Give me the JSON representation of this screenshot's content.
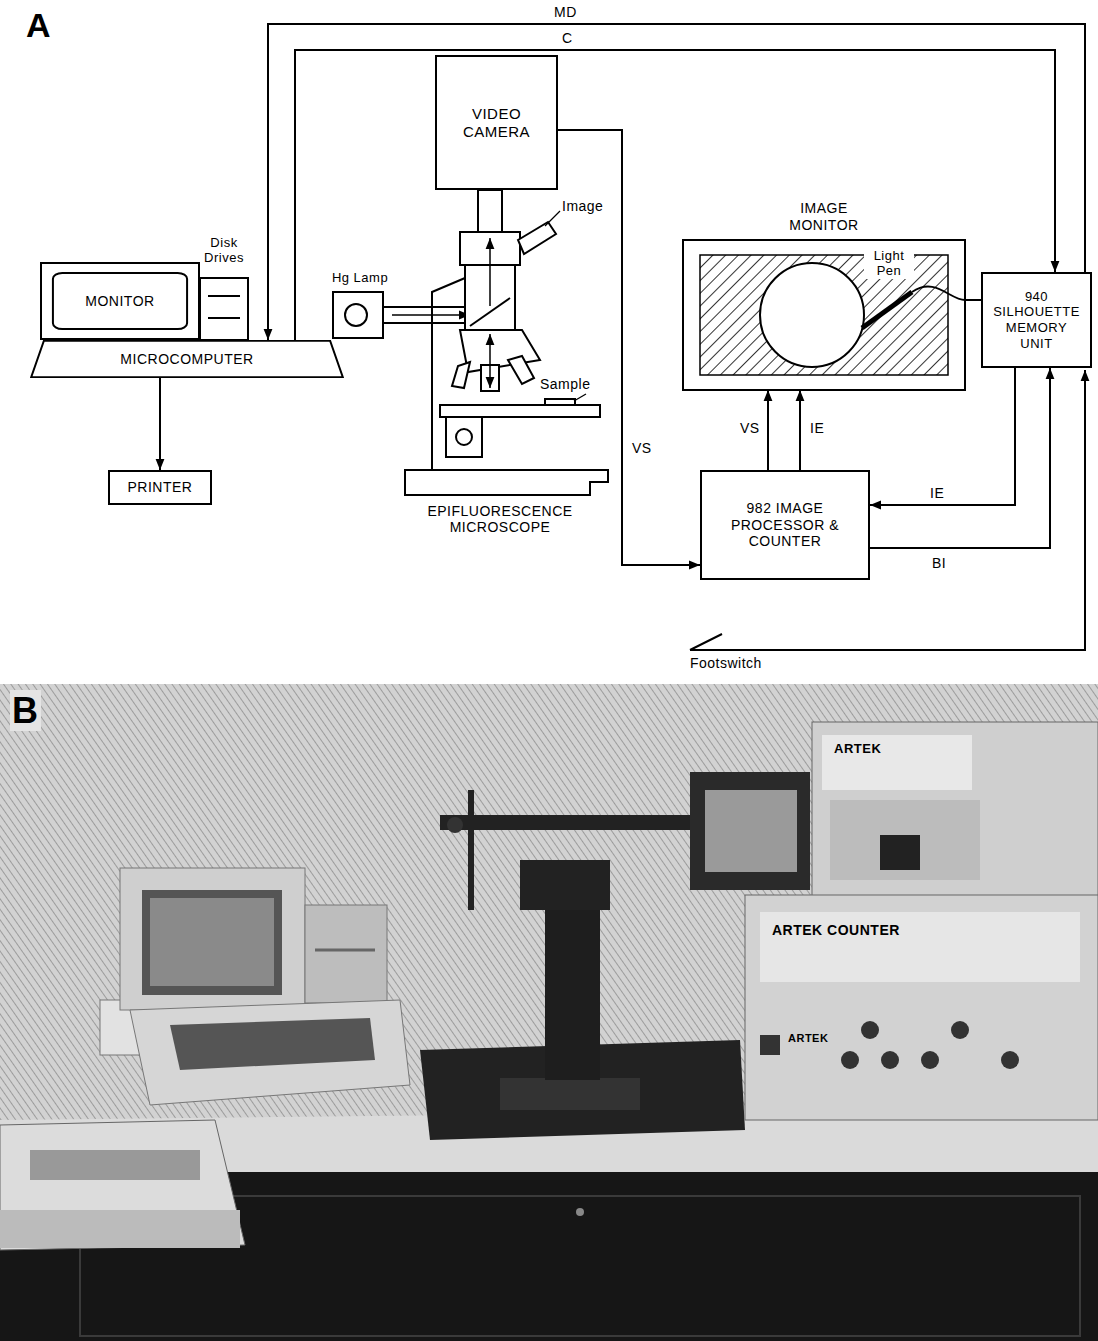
{
  "diagram": {
    "nodes": [
      {
        "text": [
          "VIDEO CAMERA"
        ]
      },
      {
        "text": [
          "MONITOR"
        ]
      },
      {
        "text": [
          "MICROCOMPUTER"
        ]
      },
      {
        "text": [
          "Hg Lamp"
        ]
      },
      {
        "text": [
          "IMAGE MONITOR"
        ]
      },
      {
        "text": [
          "940 SILHOUETTE MEMORY UNIT"
        ]
      },
      {
        "text": [
          "982 IMAGE PROCESSOR & COUNTER"
        ]
      },
      {
        "text": [
          "PRINTER"
        ]
      }
    ],
    "edges": [
      {
        "from": 5,
        "to": 2,
        "label": "MD",
        "arrow": "to"
      },
      {
        "from": 2,
        "to": 5,
        "label": "C",
        "arrow": "to"
      },
      {
        "from": 0,
        "to": 6,
        "label": "VS",
        "arrow": "to"
      },
      {
        "from": 6,
        "to": 4,
        "label": "VS",
        "arrow": "to"
      },
      {
        "from": 6,
        "to": 4,
        "label": "IE",
        "arrow": "to"
      },
      {
        "from": 5,
        "to": 6,
        "label": "IE",
        "arrow": "to"
      },
      {
        "from": 6,
        "to": 5,
        "label": "BI",
        "arrow": "to"
      },
      {
        "from": 2,
        "to": 7,
        "arrow": "to"
      },
      {
        "from": 4,
        "to": 5,
        "arrow": "none"
      }
    ],
    "labels": [
      "A",
      "Disk Drives",
      "Image",
      "Sample",
      "EPIFLUORESCENCE MICROSCOPE",
      "Light Pen",
      "Footswitch",
      "B",
      "ARTEK",
      "ARTEK COUNTER",
      "ARTEK"
    ]
  }
}
